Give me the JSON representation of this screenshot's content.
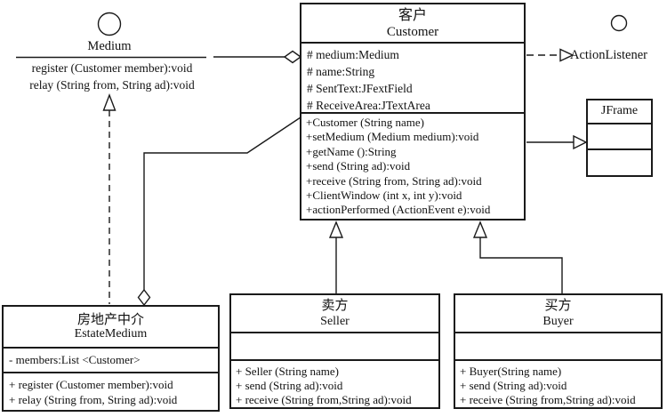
{
  "colors": {
    "line": "#1a1a1a",
    "background": "#ffffff",
    "text": "#111111"
  },
  "medium": {
    "name": "Medium",
    "operations": [
      "register (Customer member):void",
      "relay (String from, String ad):void"
    ]
  },
  "action_listener": {
    "name": "ActionListener"
  },
  "customer": {
    "title_zh": "客户",
    "title_en": "Customer",
    "attributes": [
      "# medium:Medium",
      "# name:String",
      "# SentText:JFextField",
      "# ReceiveArea:JTextArea"
    ],
    "methods": [
      "+Customer (String name)",
      "+setMedium (Medium medium):void",
      "+getName ():String",
      "+send (String ad):void",
      "+receive (String from, String ad):void",
      "+ClientWindow (int x, int y):void",
      "+actionPerformed (ActionEvent e):void"
    ]
  },
  "jframe": {
    "title_en": "JFrame"
  },
  "estate_medium": {
    "title_zh": "房地产中介",
    "title_en": "EstateMedium",
    "attributes": [
      "- members:List <Customer>"
    ],
    "methods": [
      "+ register (Customer member):void",
      "+ relay (String from, String ad):void"
    ]
  },
  "seller": {
    "title_zh": "卖方",
    "title_en": "Seller",
    "methods": [
      "+ Seller (String name)",
      "+ send (String ad):void",
      "+ receive (String from,String ad):void"
    ]
  },
  "buyer": {
    "title_zh": "买方",
    "title_en": "Buyer",
    "methods": [
      "+ Buyer(String name)",
      "+ send (String ad):void",
      "+ receive (String from,String ad):void"
    ]
  }
}
